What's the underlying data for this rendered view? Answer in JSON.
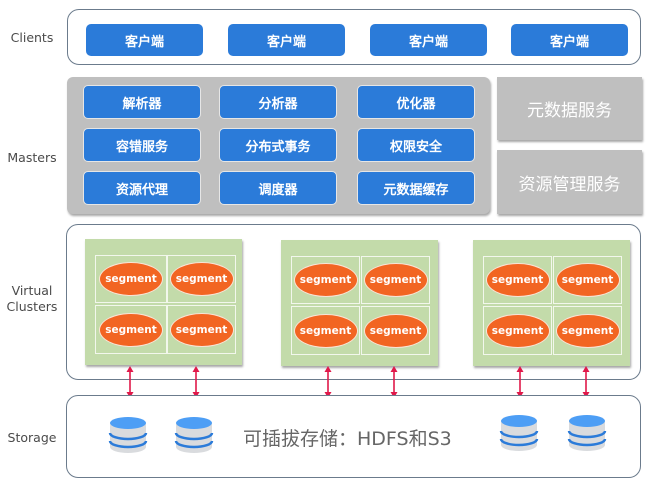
{
  "rows": {
    "clients": "Clients",
    "masters": "Masters",
    "virtual_clusters": [
      "Virtual",
      "Clusters"
    ],
    "storage": "Storage"
  },
  "clients": [
    "客户端",
    "客户端",
    "客户端",
    "客户端"
  ],
  "masters": {
    "grid": [
      [
        "解析器",
        "分析器",
        "优化器"
      ],
      [
        "容错服务",
        "分布式事务",
        "权限安全"
      ],
      [
        "资源代理",
        "调度器",
        "元数据缓存"
      ]
    ],
    "services": [
      "元数据服务",
      "资源管理服务"
    ]
  },
  "virtual_clusters": {
    "clusters": [
      {
        "segments": [
          "segment",
          "segment",
          "segment",
          "segment"
        ]
      },
      {
        "segments": [
          "segment",
          "segment",
          "segment",
          "segment"
        ]
      },
      {
        "segments": [
          "segment",
          "segment",
          "segment",
          "segment"
        ]
      }
    ]
  },
  "storage": {
    "label": "可插拔存储：HDFS和S3",
    "icons": [
      "database-icon",
      "database-icon",
      "database-icon",
      "database-icon"
    ]
  },
  "colors": {
    "client_blue": "#2b7bd9",
    "masters_gray": "#bfbfbf",
    "cluster_green": "#c3dbaa",
    "segment_orange": "#f26522",
    "arrow_red": "#e0194a",
    "db_blue": "#4d9ef5"
  }
}
